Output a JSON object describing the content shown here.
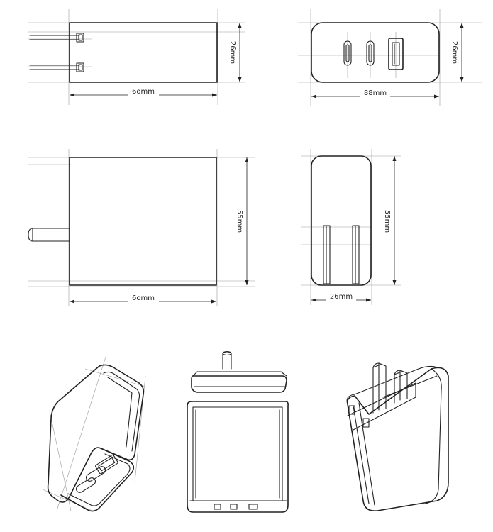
{
  "dimensions": {
    "top_side_width": "6omm",
    "top_side_height": "26mm",
    "top_front_width": "88mm",
    "top_front_height": "26mm",
    "mid_side_width": "6omm",
    "mid_side_height": "55mm",
    "mid_back_width": "26mm",
    "mid_back_height": "55mm"
  },
  "colors": {
    "ink": "#222222",
    "guide": "#9a9a9a",
    "paper": "#ffffff"
  }
}
